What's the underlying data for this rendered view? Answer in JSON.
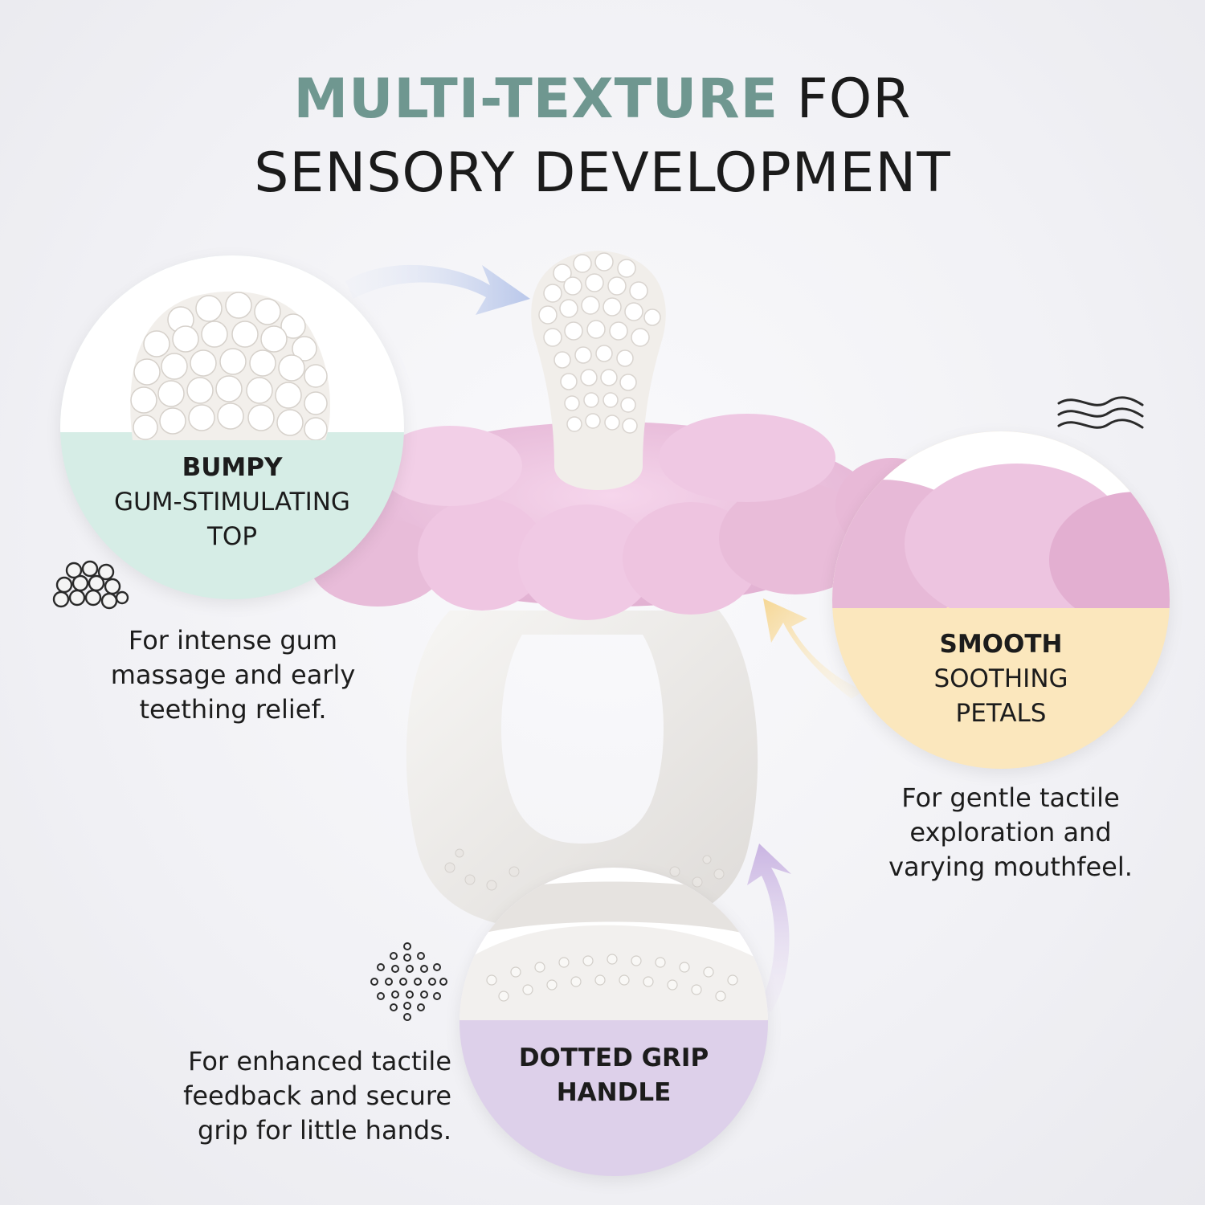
{
  "headline": {
    "accent": "MULTI-TEXTURE",
    "line1_rest": " FOR",
    "line2": "SENSORY DEVELOPMENT"
  },
  "callouts": {
    "bumpy": {
      "title_first": "BUMPY",
      "title_line2": "GUM-STIMULATING",
      "title_line3": "TOP",
      "description": [
        "For intense gum",
        "massage and early",
        "teething relief."
      ],
      "icon": "bumpy-texture-icon",
      "color": "#d6ede6"
    },
    "smooth": {
      "title_first": "SMOOTH",
      "title_line2": "SOOTHING",
      "title_line3": "PETALS",
      "description": [
        "For gentle tactile",
        "exploration and",
        "varying mouthfeel."
      ],
      "icon": "wave-lines-icon",
      "color": "#fbe7bd"
    },
    "dotted": {
      "title_first": "DOTTED GRIP",
      "title_line2": "HANDLE",
      "description": [
        "For enhanced tactile",
        "feedback and secure",
        "grip for little hands."
      ],
      "icon": "dotted-texture-icon",
      "color": "#ddd0ea"
    }
  },
  "colors": {
    "accent_text": "#6f9790",
    "petal_pink": "#eec5e1",
    "silicone_white": "#f2f0ee"
  }
}
